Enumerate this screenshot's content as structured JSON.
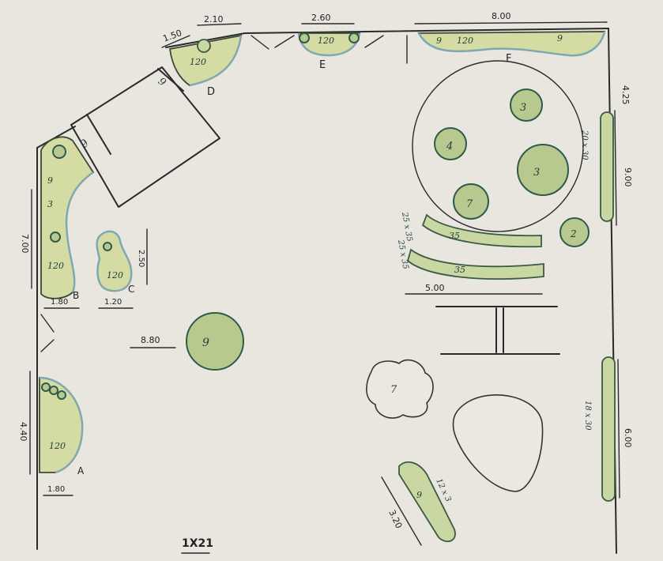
{
  "dimensions": {
    "top_left_short": "1.50",
    "top_d": "2.10",
    "top_e": "2.60",
    "top_f": "8.00",
    "right_top": "4.25",
    "right_mid": "9.00",
    "right_bottom": "6.00",
    "left_top": "7.00",
    "left_bottom": "4.40",
    "bed_b_width": "1.80",
    "bed_c_width": "1.20",
    "bed_c_height": "2.50",
    "bed_a_width": "1.80",
    "shrub_row_width": "5.00",
    "tree_label": "8.80",
    "bottom_right_diag": "3.20",
    "scale": "1X21"
  },
  "bed_labels": {
    "A": "A",
    "B": "B",
    "C": "C",
    "D": "D",
    "E": "E",
    "F": "F"
  },
  "plant_codes": {
    "code_120": "120",
    "code_9": "9",
    "code_3": "3",
    "code_2": "2",
    "code_4": "4",
    "code_7": "7",
    "code_35": "35",
    "code_25x35_a": "25 x 35",
    "code_25x35_b": "25 x 35",
    "code_20x30": "20 x 30",
    "code_18x30": "18 x 30",
    "code_12x3": "12 x 3",
    "code_bench": "9"
  }
}
